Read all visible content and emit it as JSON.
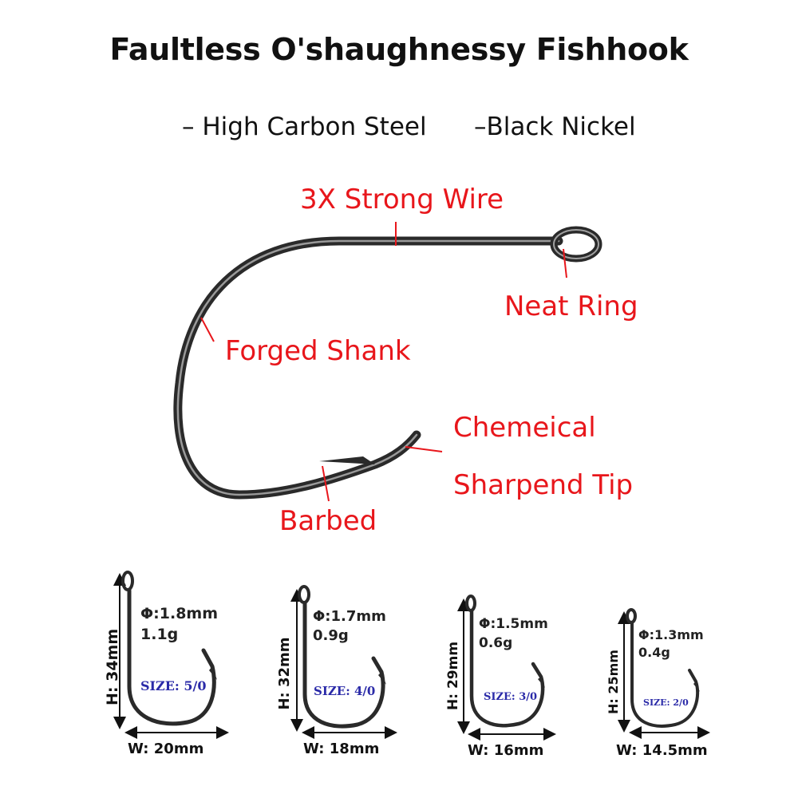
{
  "title": "Faultless O'shaughnessy Fishhook",
  "materials": [
    "– High Carbon Steel",
    "–Black Nickel"
  ],
  "callouts": {
    "wire": "3X Strong Wire",
    "ring": "Neat Ring",
    "shank": "Forged Shank",
    "tip_line1": "Chemeical",
    "tip_line2": "Sharpend Tip",
    "barb": "Barbed"
  },
  "sizes": [
    {
      "diameter": "Φ:1.8mm",
      "weight": "1.1g",
      "size": "SIZE: 5/0",
      "height": "H: 34mm",
      "width": "W: 20mm"
    },
    {
      "diameter": "Φ:1.7mm",
      "weight": "0.9g",
      "size": "SIZE: 4/0",
      "height": "H: 32mm",
      "width": "W: 18mm"
    },
    {
      "diameter": "Φ:1.5mm",
      "weight": "0.6g",
      "size": "SIZE: 3/0",
      "height": "H: 29mm",
      "width": "W: 16mm"
    },
    {
      "diameter": "Φ:1.3mm",
      "weight": "0.4g",
      "size": "SIZE: 2/0",
      "height": "H: 25mm",
      "width": "W: 14.5mm"
    }
  ],
  "colors": {
    "callout": "#e8161b",
    "size_label": "#2a2aa8",
    "hook_metal": "#3a3a3a"
  }
}
